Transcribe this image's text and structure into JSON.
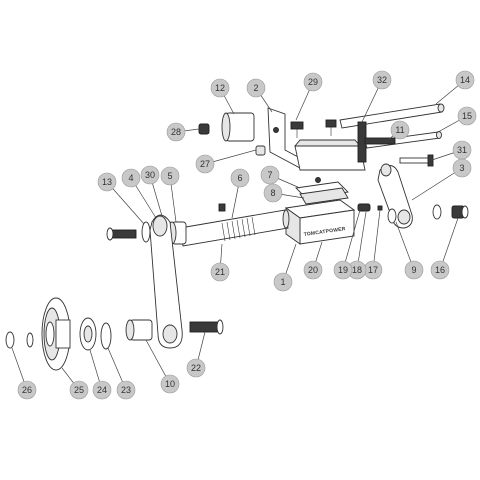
{
  "brand_text": "TOMCATPOWER",
  "callout_color": "#c8c8c8",
  "callouts": [
    {
      "label": "1"
    },
    {
      "label": "2"
    },
    {
      "label": "3"
    },
    {
      "label": "4"
    },
    {
      "label": "5"
    },
    {
      "label": "6"
    },
    {
      "label": "7"
    },
    {
      "label": "8"
    },
    {
      "label": "9"
    },
    {
      "label": "10"
    },
    {
      "label": "11"
    },
    {
      "label": "12"
    },
    {
      "label": "13"
    },
    {
      "label": "14"
    },
    {
      "label": "15"
    },
    {
      "label": "16"
    },
    {
      "label": "17"
    },
    {
      "label": "18"
    },
    {
      "label": "19"
    },
    {
      "label": "20"
    },
    {
      "label": "21"
    },
    {
      "label": "22"
    },
    {
      "label": "23"
    },
    {
      "label": "24"
    },
    {
      "label": "25"
    },
    {
      "label": "26"
    },
    {
      "label": "27"
    },
    {
      "label": "28"
    },
    {
      "label": "29"
    },
    {
      "label": "30"
    },
    {
      "label": "31"
    },
    {
      "label": "32"
    }
  ]
}
